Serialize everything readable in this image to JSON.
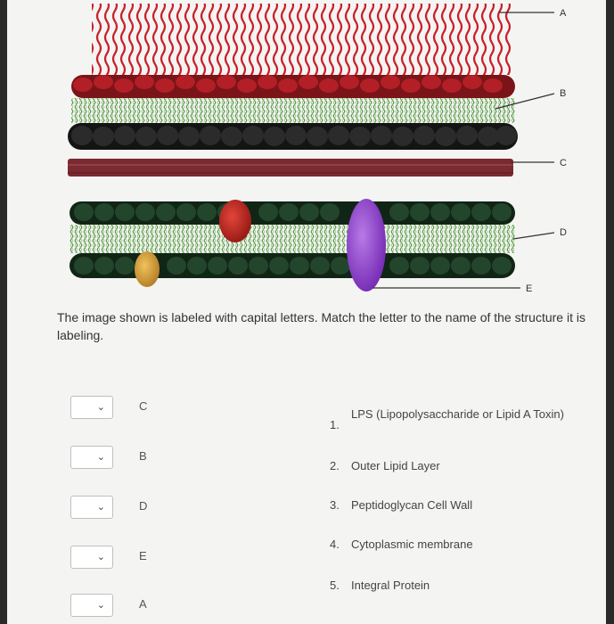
{
  "figure": {
    "labels": [
      "A",
      "B",
      "C",
      "D",
      "E"
    ]
  },
  "question": {
    "prompt": "The image shown is labeled with capital letters. Match the letter to the name of the structure it is labeling."
  },
  "matches": [
    {
      "letter": "C"
    },
    {
      "letter": "B"
    },
    {
      "letter": "D"
    },
    {
      "letter": "E"
    },
    {
      "letter": "A"
    }
  ],
  "options": [
    {
      "num": "1.",
      "text": "LPS (Lipopolysaccharide or Lipid A Toxin)"
    },
    {
      "num": "2.",
      "text": "Outer Lipid Layer"
    },
    {
      "num": "3.",
      "text": "Peptidoglycan Cell Wall"
    },
    {
      "num": "4.",
      "text": "Cytoplasmic membrane"
    },
    {
      "num": "5.",
      "text": "Integral Protein"
    }
  ],
  "colors": {
    "lps": "#c8202a",
    "outer_head_red": "#9b1c22",
    "outer_head_dark": "#1b1b1b",
    "peptidoglycan": "#7a2a30",
    "inner_head": "#1e3a24",
    "tail_green": "#3f8a3c",
    "purple_protein": "#8e3fc8",
    "red_protein": "#c0261e",
    "yellow_protein": "#d7a436"
  }
}
